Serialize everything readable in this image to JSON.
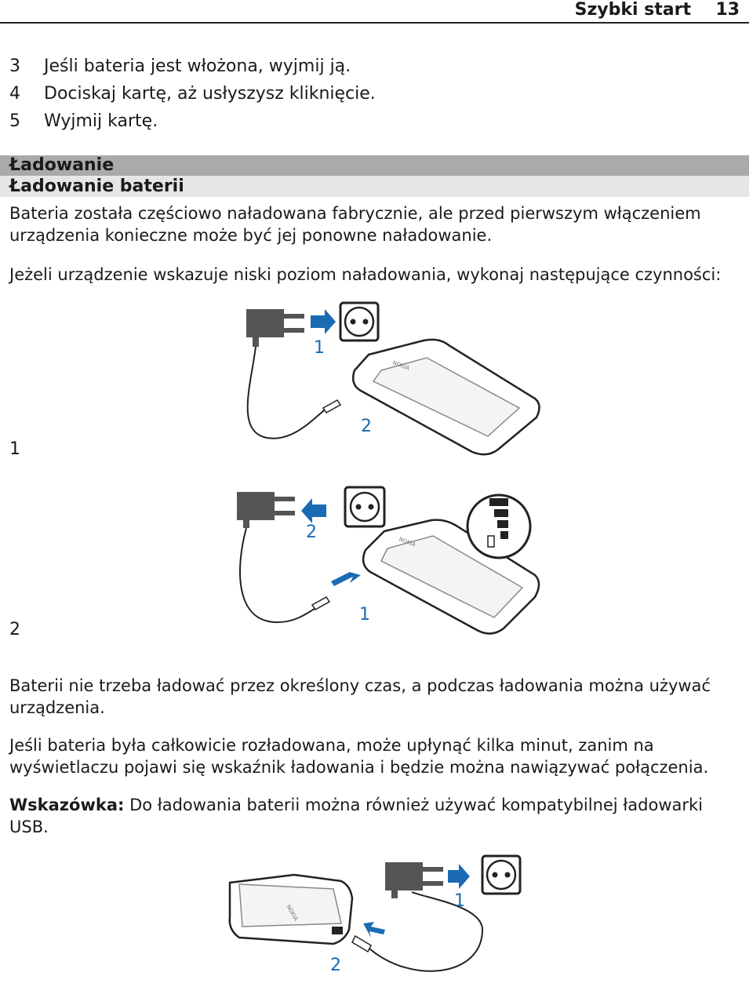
{
  "header": {
    "section": "Szybki start",
    "page": "13"
  },
  "steps": [
    {
      "num": "3",
      "text": "Jeśli bateria jest włożona, wyjmij ją."
    },
    {
      "num": "4",
      "text": "Dociskaj kartę, aż usłyszysz kliknięcie."
    },
    {
      "num": "5",
      "text": "Wyjmij kartę."
    }
  ],
  "section": {
    "title": "Ładowanie",
    "subtitle": "Ładowanie baterii"
  },
  "paragraphs": {
    "p1": "Bateria została częściowo naładowana fabrycznie, ale przed pierwszym włączeniem urządzenia konieczne może być jej ponowne naładowanie.",
    "p2": "Jeżeli urządzenie wskazuje niski poziom naładowania, wykonaj następujące czynności:",
    "p3": "Baterii nie trzeba ładować przez określony czas, a podczas ładowania można używać urządzenia.",
    "p4": "Jeśli bateria była całkowicie rozładowana, może upłynąć kilka minut, zanim na wyświetlaczu pojawi się wskaźnik ładowania i będzie można nawiązywać połączenia.",
    "tip_label": "Wskazówka:",
    "tip_text": " Do ładowania baterii można również używać kompatybilnej ładowarki USB."
  },
  "figures": {
    "fig1": {
      "label": "1",
      "callout_a": "1",
      "callout_b": "2"
    },
    "fig2": {
      "label": "2",
      "callout_a": "2",
      "callout_b": "1"
    },
    "fig3": {
      "callout_a": "1",
      "callout_b": "2"
    }
  },
  "phone_brand": "NOKIA",
  "colors": {
    "arrow": "#1a6bb3",
    "ink": "#222222",
    "band_dark": "#aaaaaa",
    "band_light": "#e6e6e6"
  }
}
